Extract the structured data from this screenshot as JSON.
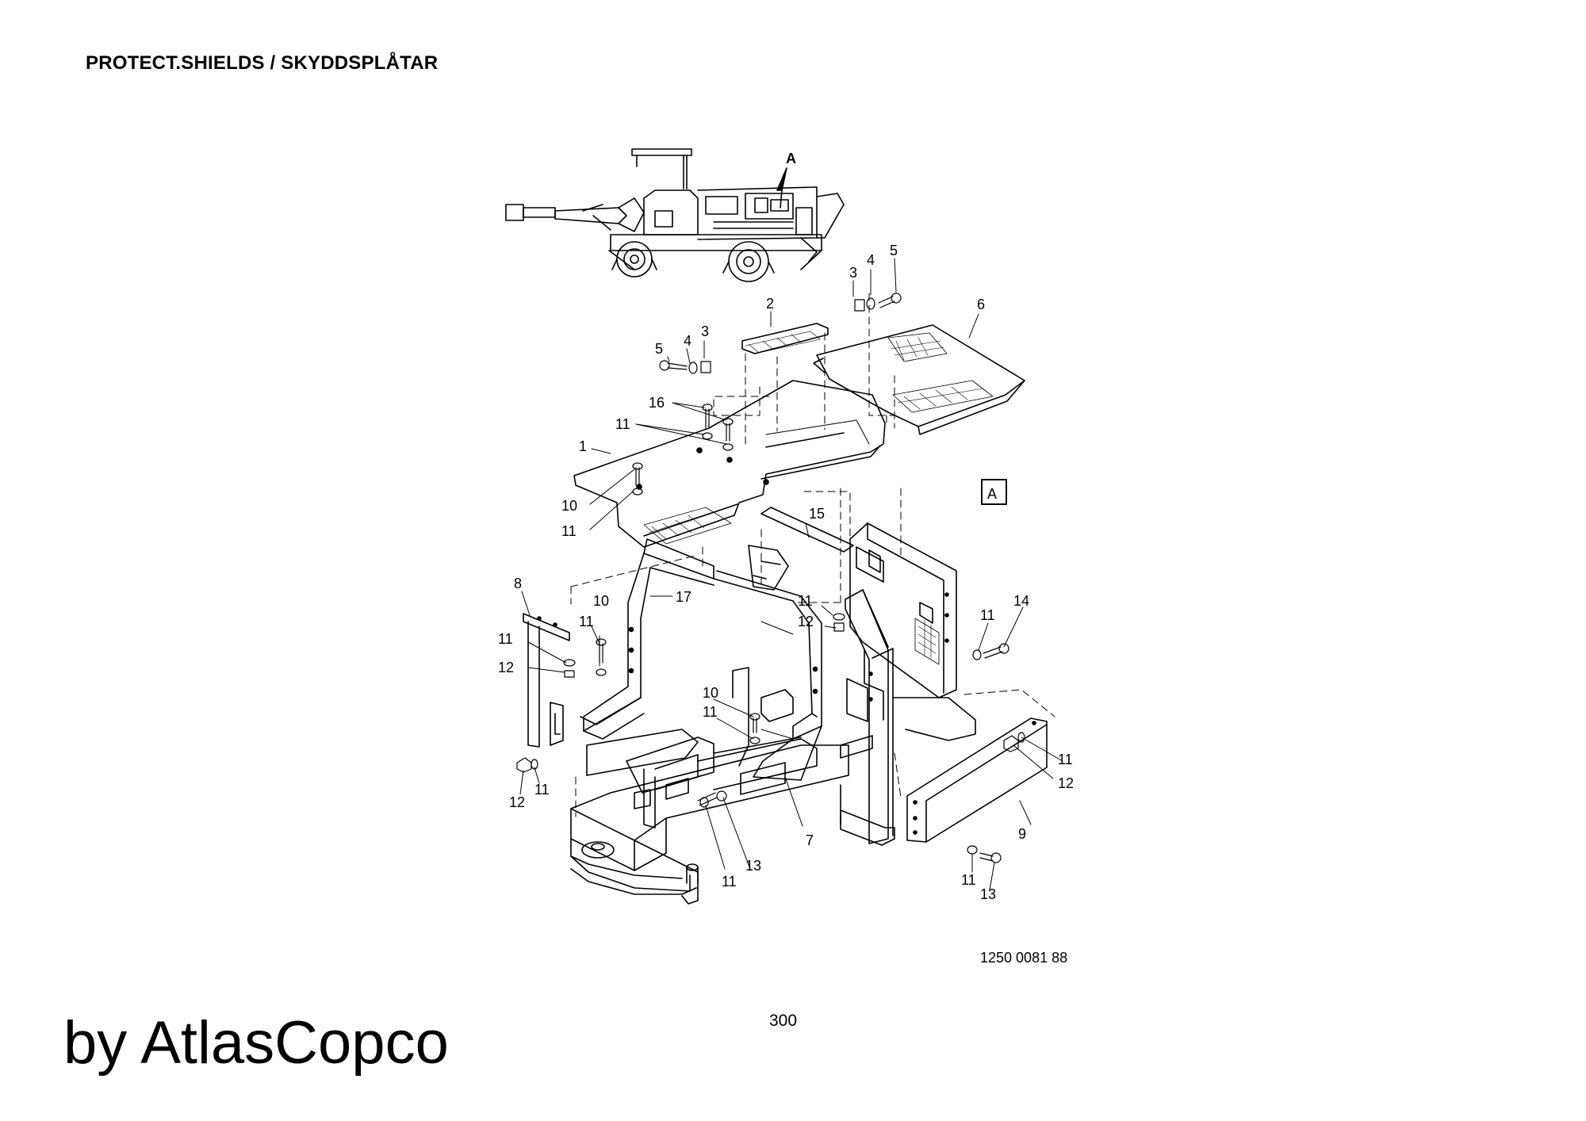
{
  "title": "PROTECT.SHIELDS / SKYDDSPLÅTAR",
  "view_marker": "A",
  "view_box_label": "A",
  "callouts": {
    "c1": "1",
    "c2": "2",
    "c3a": "3",
    "c3b": "3",
    "c4a": "4",
    "c4b": "4",
    "c5a": "5",
    "c5b": "5",
    "c6": "6",
    "c7": "7",
    "c8": "8",
    "c9": "9",
    "c10a": "10",
    "c10b": "10",
    "c10c": "10",
    "c11a": "11",
    "c11b": "11",
    "c11c": "11",
    "c11d": "11",
    "c11e": "11",
    "c11f": "11",
    "c11g": "11",
    "c11h": "11",
    "c11i": "11",
    "c11j": "11",
    "c12a": "12",
    "c12b": "12",
    "c12c": "12",
    "c12d": "12",
    "c13a": "13",
    "c13b": "13",
    "c14": "14",
    "c15": "15",
    "c16": "16",
    "c17": "17"
  },
  "drawing_number": "1250 0081 88",
  "page_number": "300",
  "brand": "by AtlasCopco"
}
